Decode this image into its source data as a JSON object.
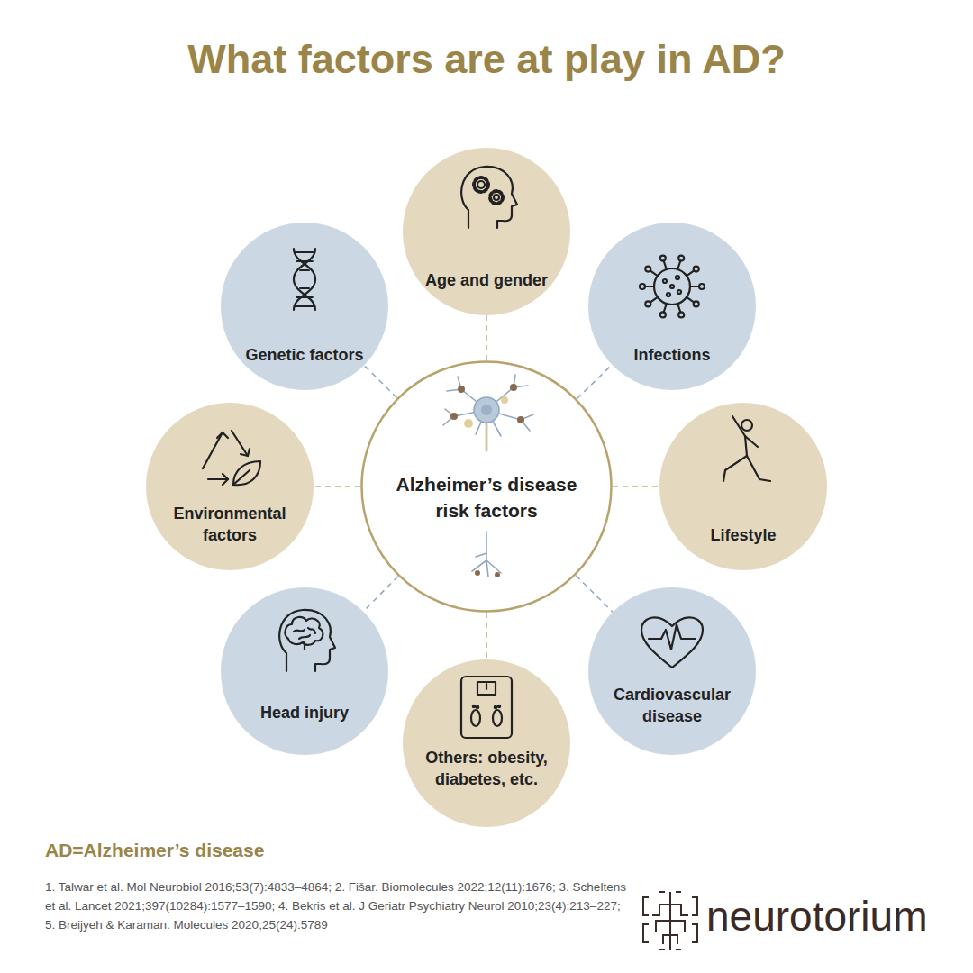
{
  "diagram": {
    "title": "What factors are at play in AD?",
    "nodes": [
      {
        "text": [
          "Age and gender"
        ]
      },
      {
        "text": [
          "Genetic factors"
        ]
      },
      {
        "text": [
          "Infections"
        ]
      },
      {
        "text": [
          "Environmental factors"
        ]
      },
      {
        "text": [
          "Alzheimer’s disease risk factors"
        ]
      },
      {
        "text": [
          "Lifestyle"
        ]
      },
      {
        "text": [
          "Head injury"
        ]
      },
      {
        "text": [
          "Cardiovascular disease"
        ]
      },
      {
        "text": [
          "Others: obesity, diabetes, etc."
        ]
      }
    ],
    "edges": [
      {
        "from": 4,
        "to": 0,
        "arrow": "none"
      },
      {
        "from": 4,
        "to": 1,
        "arrow": "none"
      },
      {
        "from": 4,
        "to": 2,
        "arrow": "none"
      },
      {
        "from": 4,
        "to": 3,
        "arrow": "none"
      },
      {
        "from": 4,
        "to": 5,
        "arrow": "none"
      },
      {
        "from": 4,
        "to": 6,
        "arrow": "none"
      },
      {
        "from": 4,
        "to": 7,
        "arrow": "none"
      },
      {
        "from": 4,
        "to": 8,
        "arrow": "none"
      }
    ],
    "labels": [
      "AD=Alzheimer’s disease",
      "1. Talwar et al. Mol Neurobiol 2016;53(7):4833–4864; 2. Fišar. Biomolecules 2022;12(11):1676; 3. Scheltens et al. Lancet 2021;397(10284):1577–1590; 4. Bekris et al. J Geriatr Psychiatry Neurol 2010;23(4):213–227; 5. Breijyeh & Karaman. Molecules 2020;25(24):5789",
      "neurotorium"
    ]
  }
}
